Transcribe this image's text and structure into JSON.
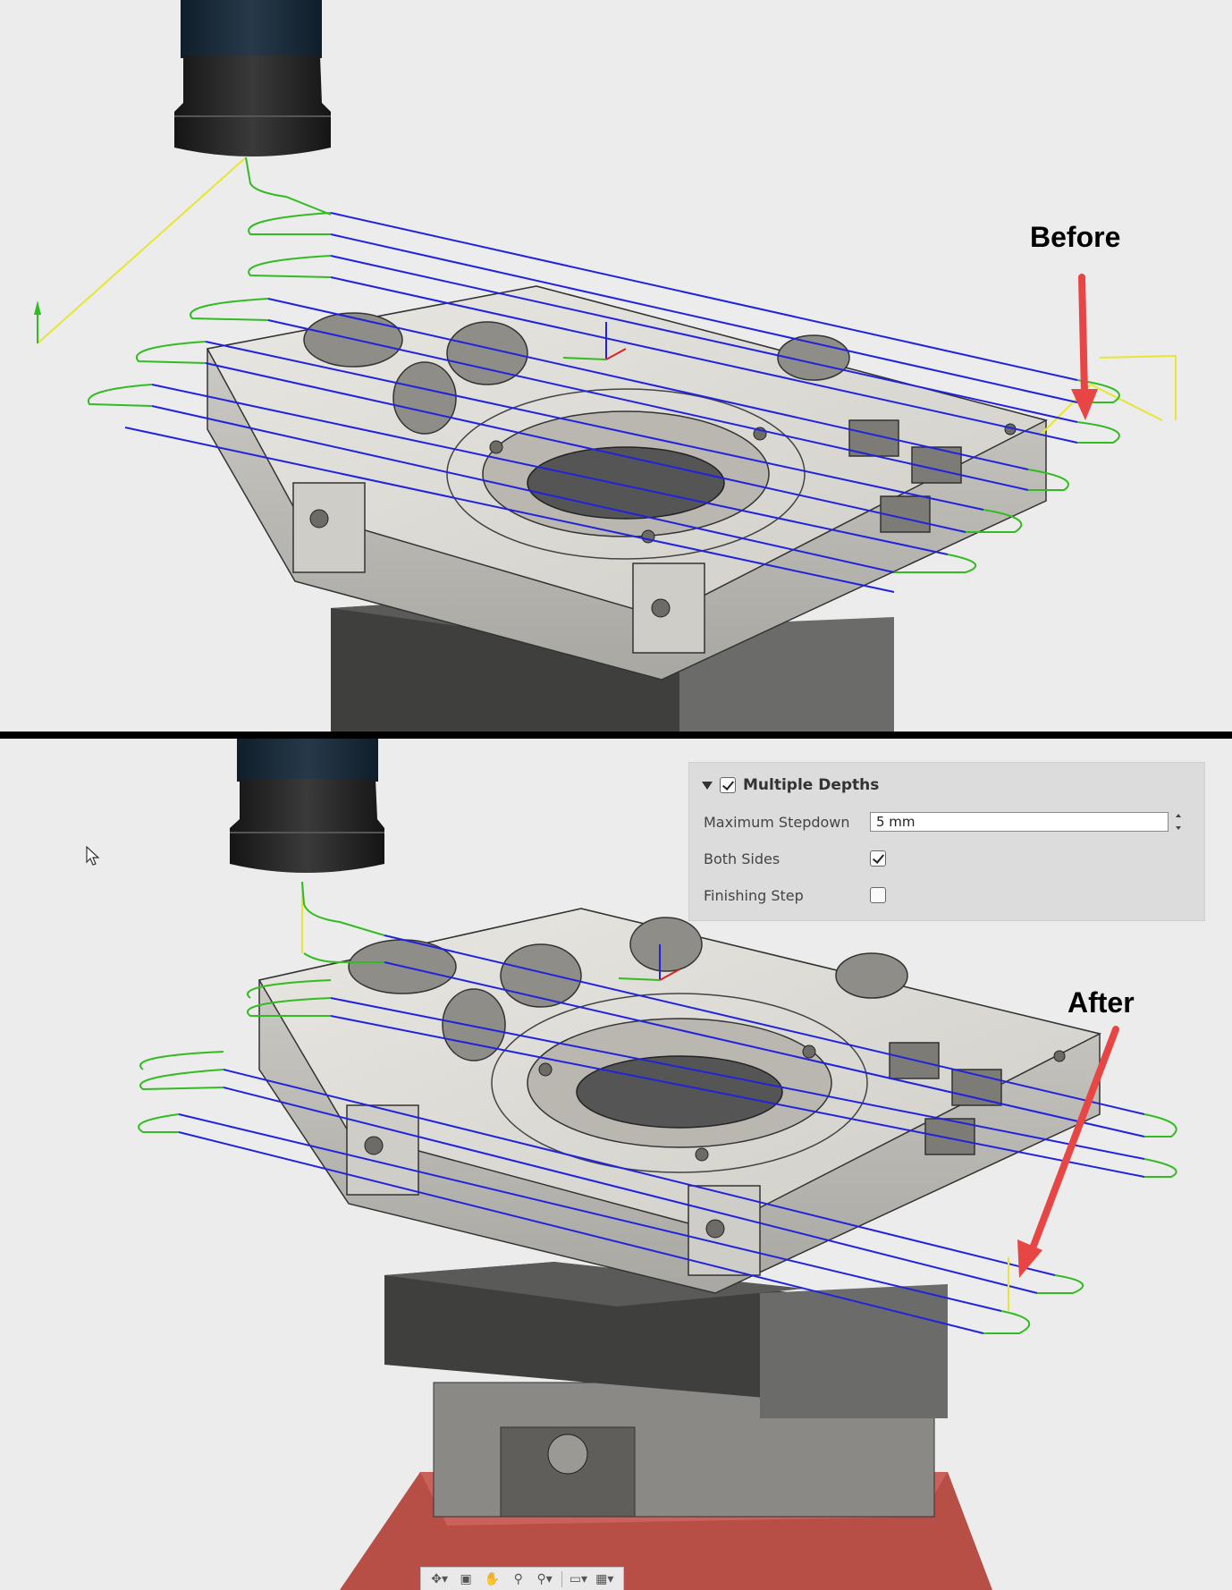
{
  "annotations": {
    "before": "Before",
    "after": "After"
  },
  "params_panel": {
    "header": {
      "label": "Multiple Depths",
      "checked": true,
      "expanded": true
    },
    "rows": [
      {
        "label": "Maximum Stepdown",
        "value": "5 mm"
      },
      {
        "label": "Both Sides",
        "checked": true
      },
      {
        "label": "Finishing Step",
        "checked": false
      }
    ]
  },
  "nav_toolbar": {
    "icons": [
      "orbit-icon",
      "look-at-icon",
      "pan-icon",
      "zoom-icon",
      "zoom-window-icon",
      "display-settings-icon",
      "grid-icon"
    ]
  },
  "colors": {
    "background": "#ececec",
    "toolpath_cutting": "#2222dd",
    "toolpath_linking": "#33bb22",
    "toolpath_rapid": "#e6e633",
    "arrow": "#e84545",
    "part": "#d8d6d0",
    "vise": "#4a4a48",
    "fixture_base": "#c0554c"
  }
}
